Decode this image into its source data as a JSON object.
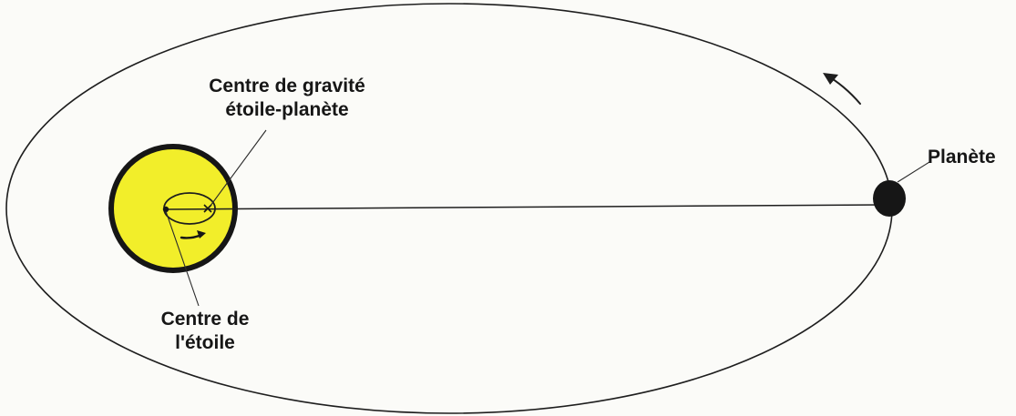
{
  "labels": {
    "barycentre": [
      "Centre de gravité",
      "étoile-planète"
    ],
    "star_centre": [
      "Centre de",
      "l'étoile"
    ],
    "planet": "Planète"
  },
  "colors": {
    "star_fill": "#f2ee2a",
    "star_outline": "#161616",
    "planet_fill": "#161616",
    "line": "#1e1e1e",
    "background": "#fbfbf8"
  }
}
